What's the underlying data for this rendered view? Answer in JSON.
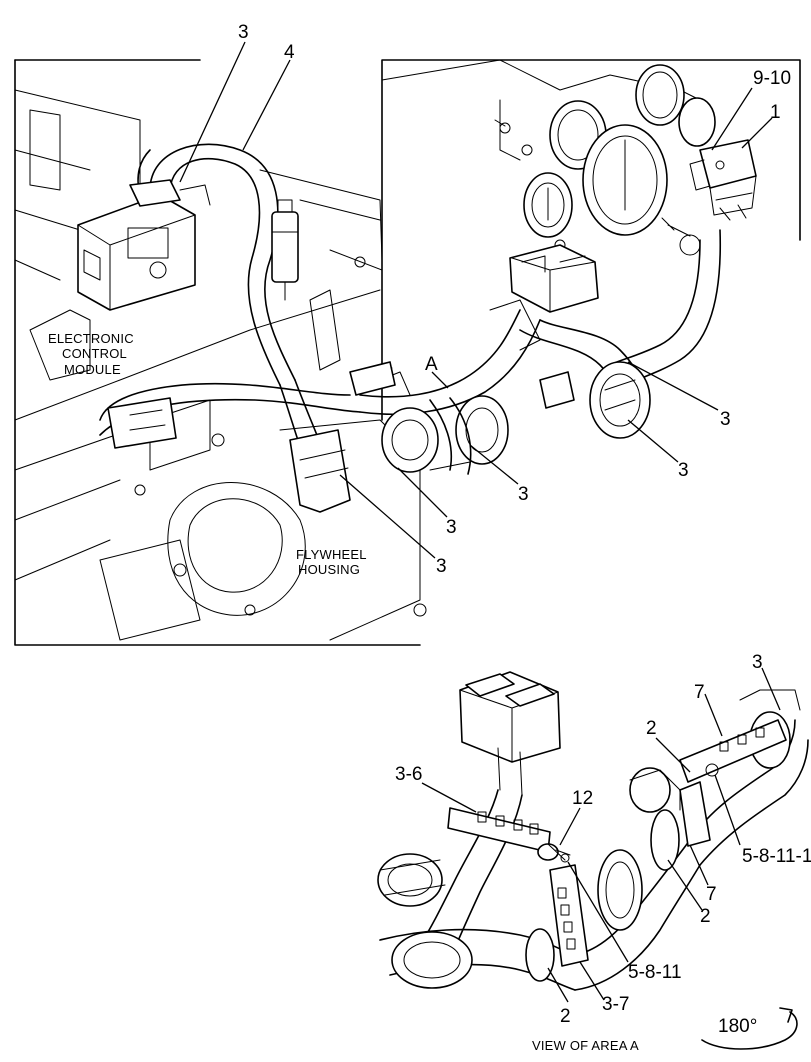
{
  "callouts": {
    "top_3_a": "3",
    "top_4": "4",
    "top_9_10": "9-10",
    "top_1": "1",
    "top_A": "A",
    "right_3_a": "3",
    "right_3_b": "3",
    "mid_3_a": "3",
    "mid_3_b": "3",
    "mid_3_c": "3",
    "detail_3": "3",
    "detail_7_a": "7",
    "detail_2_a": "2",
    "detail_3_6": "3-6",
    "detail_12": "12",
    "detail_5_8_11_1": "5-8-11-1",
    "detail_7_b": "7",
    "detail_2_b": "2",
    "detail_5_8_11": "5-8-11",
    "detail_2_c": "2",
    "detail_3_7": "3-7",
    "rotation": "180°"
  },
  "labels": {
    "ecm_line1": "ELECTRONIC",
    "ecm_line2": "CONTROL",
    "ecm_line3": "MODULE",
    "flywheel_line1": "FLYWHEEL",
    "flywheel_line2": "HOUSING",
    "view_caption": "VIEW OF AREA  A"
  },
  "colors": {
    "line": "#000000",
    "background": "#ffffff"
  }
}
